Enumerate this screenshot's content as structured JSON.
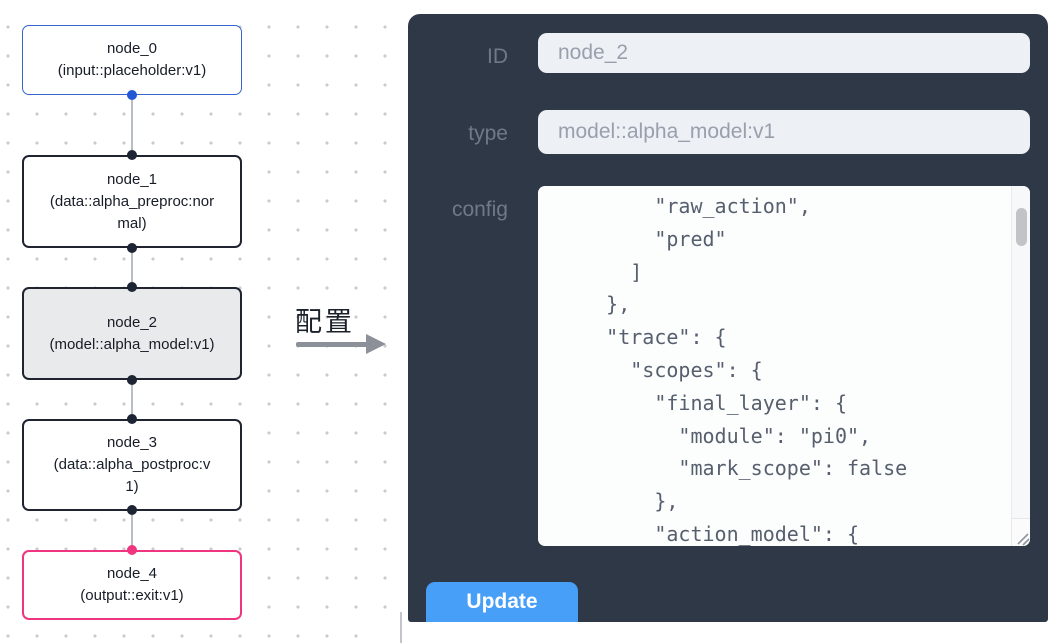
{
  "flow": {
    "nodes": [
      {
        "title": "node_0",
        "subtitle": "(input::placeholder:v1)",
        "kind": "input",
        "accent": "#3465cf",
        "selected": false
      },
      {
        "title": "node_1",
        "subtitle": "(data::alpha_preproc:normal)",
        "kind": "data",
        "accent": "#1f2430",
        "selected": false
      },
      {
        "title": "node_2",
        "subtitle": "(model::alpha_model:v1)",
        "kind": "model",
        "accent": "#1f2430",
        "selected": true
      },
      {
        "title": "node_3",
        "subtitle": "(data::alpha_postproc:v1)",
        "kind": "data",
        "accent": "#1f2430",
        "selected": false
      },
      {
        "title": "node_4",
        "subtitle": "(output::exit:v1)",
        "kind": "output",
        "accent": "#f03580",
        "selected": false
      }
    ]
  },
  "transfer": {
    "label": "配置"
  },
  "panel": {
    "fields": [
      {
        "label": "ID",
        "value": "node_2"
      },
      {
        "label": "type",
        "value": "model::alpha_model:v1"
      }
    ],
    "config": {
      "label": "config",
      "visible_text": "        \"raw_action\",\n        \"pred\"\n      ]\n    },\n    \"trace\": {\n      \"scopes\": {\n        \"final_layer\": {\n          \"module\": \"pi0\",\n          \"mark_scope\": false\n        },\n        \"action_model\": {"
    },
    "update_label": "Update"
  },
  "colors": {
    "panel_bg": "#2f3847",
    "update_button": "#479ff8",
    "input_bg": "#edf0f5",
    "node_input_accent": "#3465cf",
    "node_output_accent": "#f03580",
    "node_default_border": "#1f2430",
    "node_selected_bg": "#e9eaec",
    "grid_dot": "#c9cbd0"
  }
}
